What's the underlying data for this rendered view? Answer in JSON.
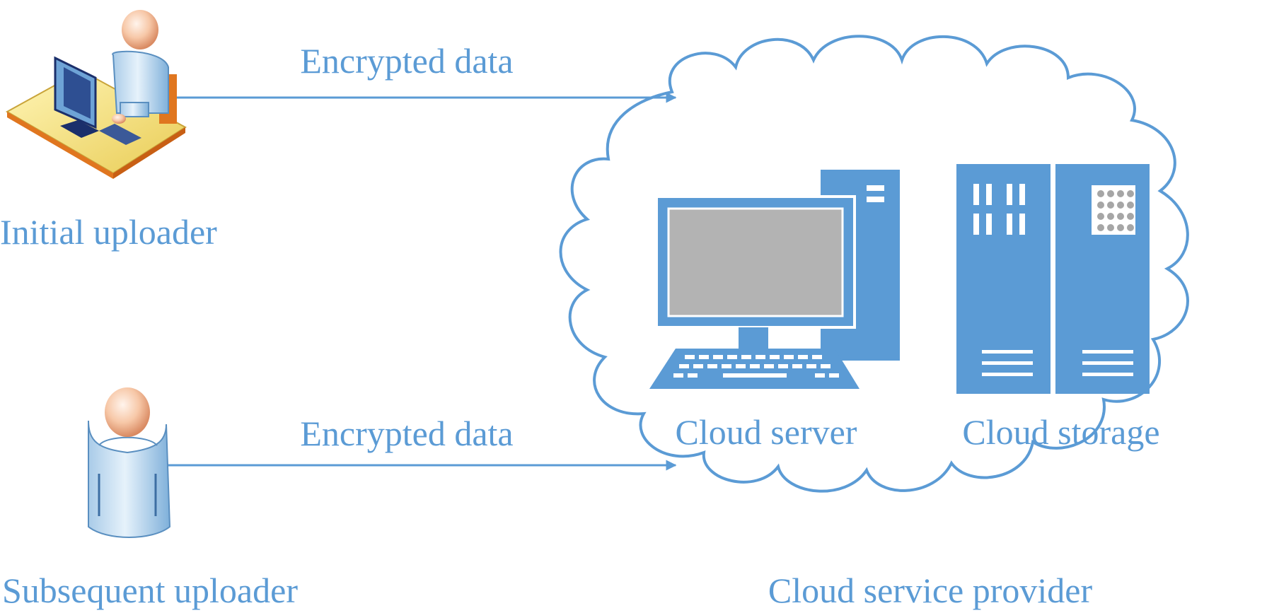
{
  "labels": {
    "initial_uploader": "Initial uploader",
    "subsequent_uploader": "Subsequent uploader",
    "top_arrow": "Encrypted data",
    "bottom_arrow": "Encrypted data",
    "cloud_server": "Cloud server",
    "cloud_storage": "Cloud storage",
    "cloud_provider": "Cloud service provider"
  },
  "icons": {
    "initial_uploader": "person-at-computer-icon",
    "subsequent_uploader": "person-icon",
    "cloud": "cloud-icon",
    "server": "desktop-computer-icon",
    "storage": "server-rack-icon"
  },
  "colors": {
    "accent": "#5b9bd5",
    "monitor_screen": "#b3b3b3",
    "desk": "#f3e07a",
    "skin": "#f7c8a8"
  }
}
